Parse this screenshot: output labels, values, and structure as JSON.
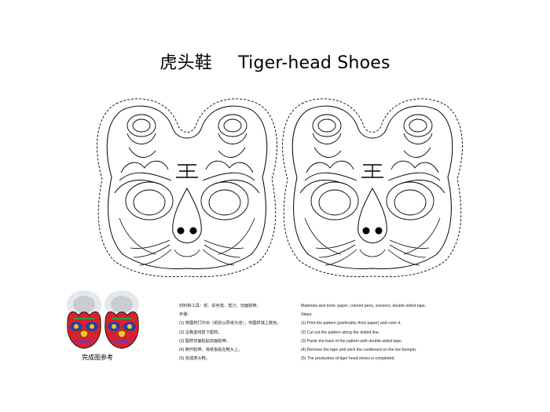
{
  "title": {
    "zh": "虎头鞋",
    "en": "Tiger-head Shoes"
  },
  "preview": {
    "caption": "完成图参考"
  },
  "instructions_zh": {
    "materials": "材料和工具：纸、彩色笔、剪刀、双面胶带。",
    "steps_label": "步骤：",
    "steps": [
      "(1) 将图样打印出（纸张以厚纸为佳），将图样填上颜色。",
      "(2) 沿着虚线剪下图样。",
      "(3) 图样背面粘贴双面胶带。",
      "(4) 撕开胶带，将纸板贴在鞋头上。",
      "(5) 完成虎头鞋。"
    ]
  },
  "instructions_en": {
    "materials": "Materials and tools: paper, colored pens, scissors, double-sided tape.",
    "steps_label": "Steps:",
    "steps": [
      "(1) Print the pattern (preferably thick paper) and color it.",
      "(2) Cut out the pattern along the dotted line.",
      "(3) Paste the back of the pattern with double-sided tape.",
      "(4) Remove the tape and stick the cardboard on the toe bumper.",
      "(5) The production of tiger head shoes is completed."
    ]
  },
  "colors": {
    "shoe_red": "#d8222a",
    "shoe_blue": "#2b3fa0",
    "shoe_yellow": "#f2c420",
    "shoe_purple": "#9a2a8e",
    "shoe_green": "#2e9a4a",
    "fur_grey": "#c9cdd3"
  }
}
